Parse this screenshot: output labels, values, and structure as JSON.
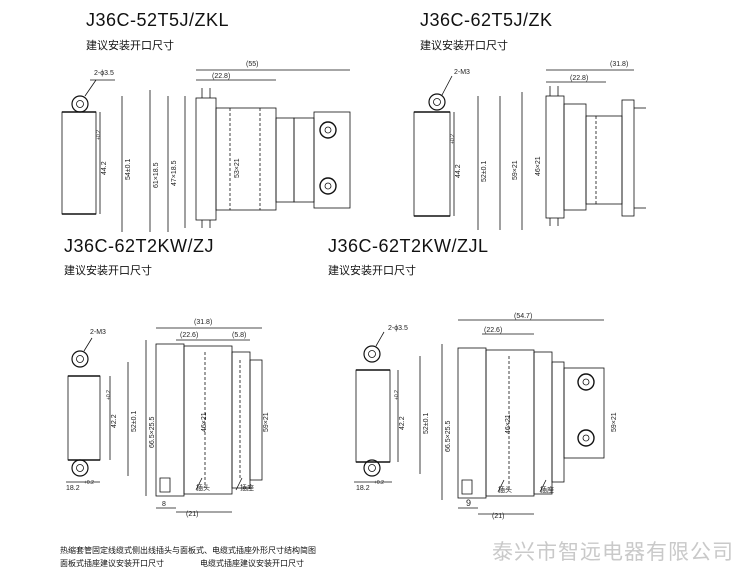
{
  "panels": [
    {
      "id": "p1",
      "title": "J36C-52T5J/ZKL",
      "subtitle": "建议安装开口尺寸",
      "dims": {
        "hole": "2-ϕ3.5",
        "cut_h": "44.2",
        "cut_h_sup": "+0.2",
        "outer_h": "54±0.1",
        "body_h": "61×18.5",
        "inner_h": "47×18.5",
        "pin_h": "53×21",
        "top_w": "(55)",
        "mid_w": "(22.8)"
      }
    },
    {
      "id": "p2",
      "title": "J36C-62T5J/ZK",
      "subtitle": "建议安装开口尺寸",
      "dims": {
        "hole": "2-M3",
        "cut_h": "44.2",
        "cut_h_sup": "+0.2",
        "outer_h": "52±0.1",
        "body_h": "59×21",
        "pin_h": "46×21",
        "top_w": "(31.8)",
        "mid_w": "(22.8)"
      }
    },
    {
      "id": "p3",
      "title": "J36C-62T2KW/ZJ",
      "subtitle": "建议安装开口尺寸",
      "dims": {
        "hole": "2-M3",
        "cut_h": "42.2",
        "cut_h_sup": "+0.2",
        "outer_h": "52±0.1",
        "body_h": "66.5×25.5",
        "pin_h": "46×21",
        "right_h": "59×21",
        "top_w": "(31.8)",
        "mid_w": "(22.6)",
        "small_w": "(5.8)",
        "cut_w": "18.2",
        "cut_w_sup": "+0.2",
        "bot_a": "8",
        "bot_b": "(21)",
        "plug_label": "插头",
        "socket_label": "插座"
      }
    },
    {
      "id": "p4",
      "title": "J36C-62T2KW/ZJL",
      "subtitle": "建议安装开口尺寸",
      "dims": {
        "hole": "2-ϕ3.5",
        "cut_h": "42.2",
        "cut_h_sup": "+0.2",
        "outer_h": "52±0.1",
        "body_h": "66.5×25.5",
        "pin_h": "46×21",
        "right_h": "59×21",
        "top_w": "(54.7)",
        "mid_w": "(22.6)",
        "cut_w": "18.2",
        "cut_w_sup": "+0.2",
        "bot_a": "9",
        "bot_b": "(21)",
        "plug_label": "插头",
        "socket_label": "插座"
      }
    }
  ],
  "footer": {
    "line1": "热缩套管固定线缆式侧出线插头与面板式、电缆式插座外形尺寸结构简图",
    "line2a": "面板式插座建议安装开口尺寸",
    "line2b": "电缆式插座建议安装开口尺寸"
  },
  "watermark": "泰兴市智远电器有限公司"
}
